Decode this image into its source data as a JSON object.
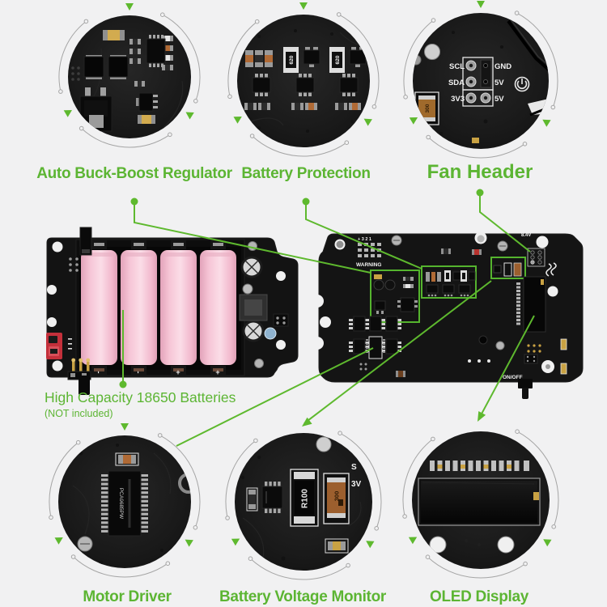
{
  "annotations": {
    "top": [
      {
        "label": "Auto Buck-Boost Regulator"
      },
      {
        "label": "Battery Protection"
      },
      {
        "label": "Fan Header"
      }
    ],
    "battery": {
      "label": "High Capacity 18650 Batteries",
      "note": "(NOT included)"
    },
    "bottom": [
      {
        "label": "Motor Driver"
      },
      {
        "label": "Battery Voltage Monitor"
      },
      {
        "label": "OLED Display"
      }
    ]
  },
  "silkscreen": {
    "fan_header": {
      "left": [
        "SCL",
        "SDA",
        "3V3"
      ],
      "right": [
        "GND",
        "5V",
        "5V"
      ]
    },
    "board_back": {
      "pins": "+ 3 2 1",
      "warning": "WARNING",
      "voltage": "8.4V",
      "power": "ON/OFF"
    },
    "battery_marks": [
      "-",
      "-",
      "+",
      "+"
    ],
    "components": {
      "motor_driver_ic": "PCA9685PW",
      "shunt": "R100",
      "fuse": "300",
      "protection_resistor": "620",
      "bvm_partial_1": "S",
      "bvm_partial_2": "3V"
    }
  },
  "colors": {
    "background": "#f1f1f2",
    "accent_green": "#5cb533",
    "line_green": "#5eb92e",
    "pcb_black": "#141414",
    "battery_pink": "#f3bacd"
  }
}
